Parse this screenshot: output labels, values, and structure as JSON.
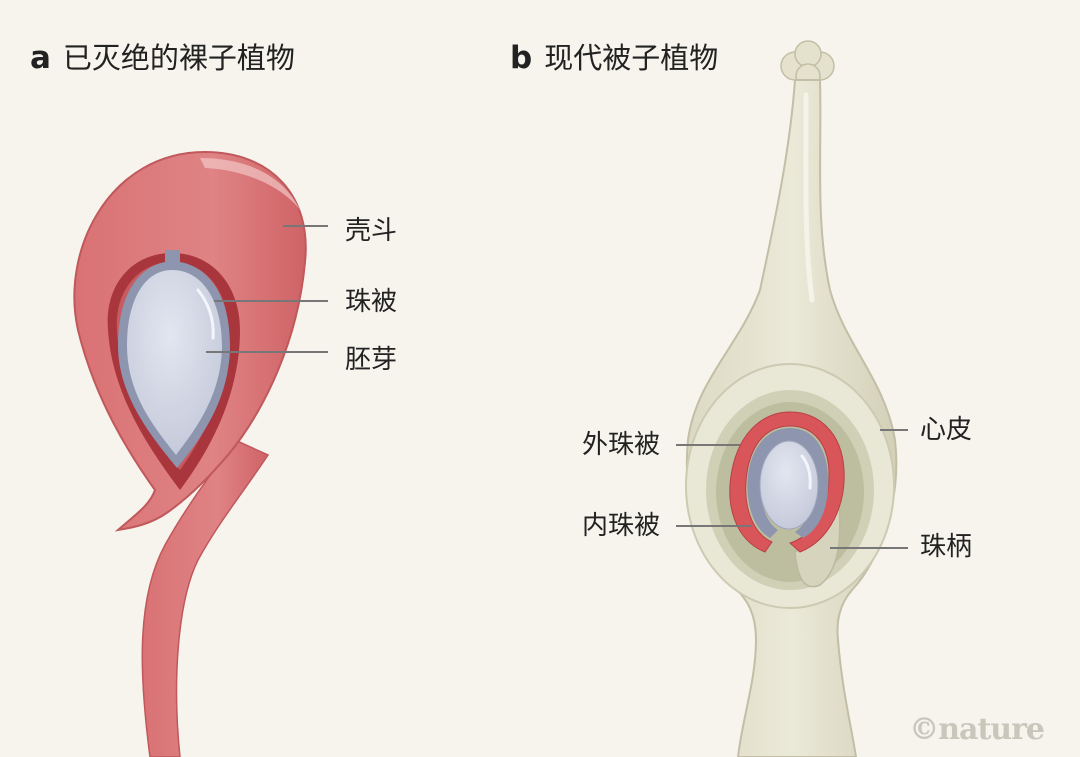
{
  "panel_a": {
    "letter": "a",
    "title": "已灭绝的裸子植物",
    "labels": {
      "cupule": "壳斗",
      "integument": "珠被",
      "embryo": "胚芽"
    }
  },
  "panel_b": {
    "letter": "b",
    "title": "现代被子植物",
    "labels": {
      "carpel": "心皮",
      "outer_integument": "外珠被",
      "inner_integument": "内珠被",
      "funiculus": "珠柄"
    }
  },
  "credit": "©nature",
  "colors": {
    "background": "#f6f4ec",
    "cupule": "#d9787a",
    "cupule_dark": "#b8494e",
    "ovule": "#c9cede",
    "ovule_edge": "#8d96ae",
    "carpel": "#e6e3d0",
    "carpel_dark": "#c5c2a8",
    "outer_integument": "#d8555a",
    "leader_line": "#777777"
  }
}
